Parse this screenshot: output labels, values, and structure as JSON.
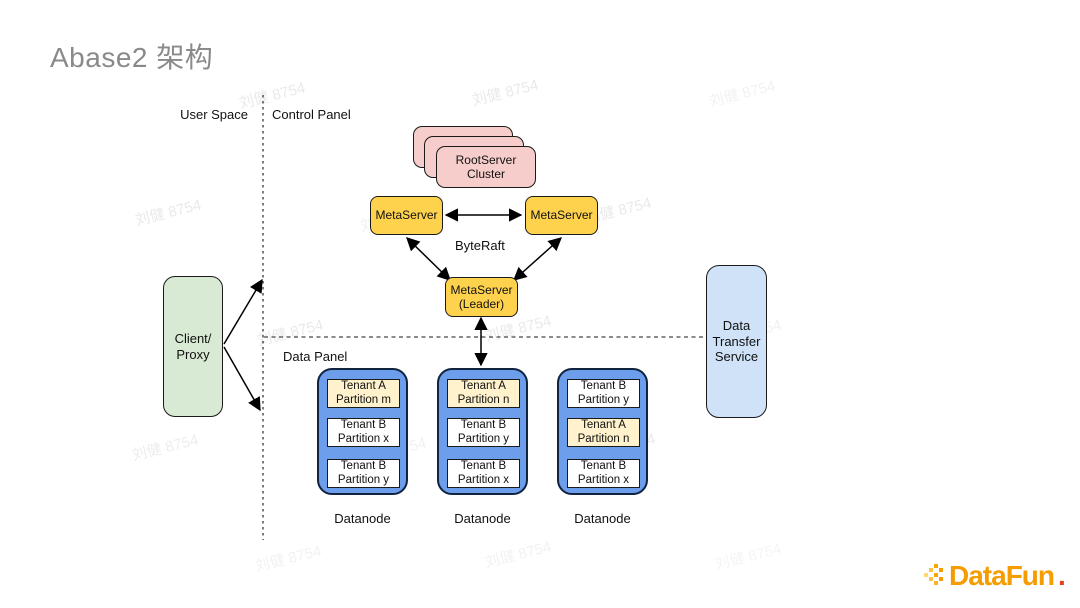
{
  "title": "Abase2 架构",
  "watermark": {
    "text": "刘健 8754"
  },
  "labels": {
    "user_space": "User Space",
    "control_panel": "Control Panel",
    "data_panel": "Data Panel",
    "byteraft": "ByteRaft"
  },
  "nodes": {
    "rootserver": {
      "line1": "RootServer",
      "line2": "Cluster"
    },
    "metaserver_left": {
      "label": "MetaServer"
    },
    "metaserver_right": {
      "label": "MetaServer"
    },
    "metaserver_leader": {
      "line1": "MetaServer",
      "line2": "(Leader)"
    },
    "client_proxy": {
      "line1": "Client/",
      "line2": "Proxy"
    },
    "data_transfer_service": {
      "line1": "Data",
      "line2": "Transfer",
      "line3": "Service"
    }
  },
  "datanodes": [
    {
      "label": "Datanode",
      "partitions": [
        {
          "line1": "Tenant A",
          "line2": "Partition m",
          "highlight": true
        },
        {
          "line1": "Tenant B",
          "line2": "Partition x",
          "highlight": false
        },
        {
          "line1": "Tenant B",
          "line2": "Partition y",
          "highlight": false
        }
      ]
    },
    {
      "label": "Datanode",
      "partitions": [
        {
          "line1": "Tenant A",
          "line2": "Partition n",
          "highlight": true
        },
        {
          "line1": "Tenant B",
          "line2": "Partition y",
          "highlight": false
        },
        {
          "line1": "Tenant B",
          "line2": "Partition x",
          "highlight": false
        }
      ]
    },
    {
      "label": "Datanode",
      "partitions": [
        {
          "line1": "Tenant B",
          "line2": "Partition y",
          "highlight": false
        },
        {
          "line1": "Tenant A",
          "line2": "Partition n",
          "highlight": true
        },
        {
          "line1": "Tenant B",
          "line2": "Partition x",
          "highlight": false
        }
      ]
    }
  ],
  "logo": {
    "text": "DataFun",
    "period": "."
  },
  "colors": {
    "rootserver_fill": "#F6CDCB",
    "metaserver_fill": "#FFD24D",
    "partition_highlight_fill": "#FFF2CC",
    "partition_fill": "#FFFFFF",
    "client_fill": "#D8EAD4",
    "dts_fill": "#CFE2F7",
    "datanode_fill": "#6D9EEB",
    "border": "#1A1A1A",
    "title_color": "#8A8A8A",
    "logo_orange": "#F59C00",
    "logo_red": "#E83E1B"
  }
}
